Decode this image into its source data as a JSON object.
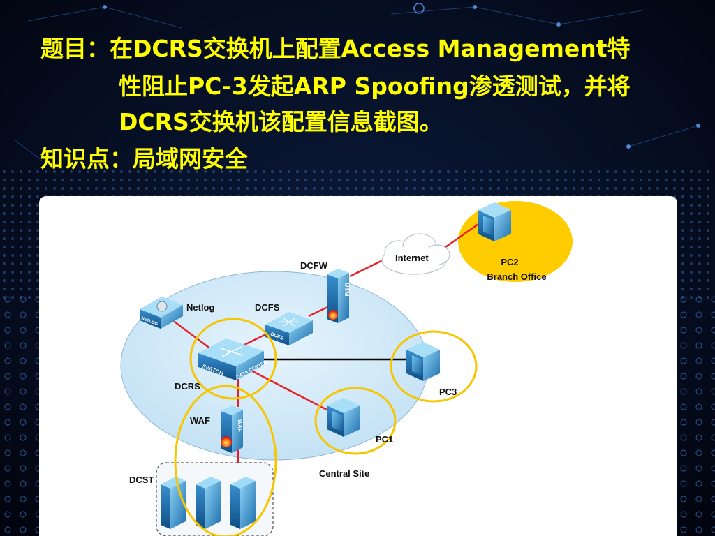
{
  "header": {
    "line1_prefix": "题目：",
    "line1": "在DCRS交换机上配置Access Management特",
    "line2": "性阻止PC-3发起ARP Spoofing渗透测试，并将",
    "line3": "DCRS交换机该配置信息截图。",
    "line4_prefix": "知识点：",
    "line4": "局域网安全"
  },
  "diagram": {
    "labels": {
      "internet": "Internet",
      "dcfw": "DCFW",
      "pc2": "PC2",
      "branch_office": "Branch Office",
      "netlog": "Netlog",
      "dcfs": "DCFS",
      "dcrs": "DCRS",
      "waf": "WAF",
      "pc3": "PC3",
      "pc1": "PC1",
      "central_site": "Central Site",
      "dcst": "DCST"
    },
    "device_marks": {
      "netlog_tag": "NETLOG",
      "dcfs_tag": "DCFS",
      "utm_tag": "UTM",
      "waf_tag": "WAF",
      "switch_tag": "SWITCH",
      "data_center_tag": "DATA CENTER"
    },
    "colors": {
      "link_red": "#e8202a",
      "link_black": "#000000",
      "highlight": "#f7c600",
      "central_zone": "#cfe8f7",
      "branch_zone": "#ffcc00"
    }
  }
}
